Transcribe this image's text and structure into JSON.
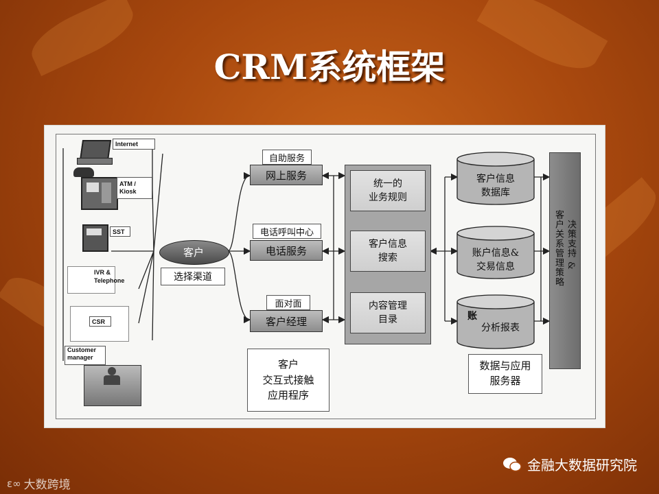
{
  "slide": {
    "title": "CRM系统框架"
  },
  "channels": {
    "internet": "Internet",
    "atm_line1": "ATM /",
    "atm_line2": "Kiosk",
    "sst": "SST",
    "ivr_line1": "IVR &",
    "ivr_line2": "Telephone",
    "csr": "CSR",
    "manager_line1": "Customer",
    "manager_line2": "manager"
  },
  "customer": {
    "node": "客户",
    "select_channel": "选择渠道"
  },
  "interaction": {
    "self_service": "自助服务",
    "online_service": "网上服务",
    "call_center": "电话呼叫中心",
    "phone_service": "电话服务",
    "face_to_face": "面对面",
    "customer_manager": "客户经理",
    "app_line1": "客户",
    "app_line2": "交互式接触",
    "app_line3": "应用程序"
  },
  "middle": {
    "rules_line1": "统一的",
    "rules_line2": "业务规则",
    "search_line1": "客户信息",
    "search_line2": "搜索",
    "content_line1": "内容管理",
    "content_line2": "目录"
  },
  "databases": {
    "cust_db_line1": "客户信息",
    "cust_db_line2": "数据库",
    "acct_line1": "账户信息&",
    "acct_line2": "交易信息",
    "report_prefix": "账",
    "report_line": "分析报表",
    "server_line1": "数据与应用",
    "server_line2": "服务器"
  },
  "strategy": {
    "line1": "决策支持 &",
    "line2": "客户关系管理策略"
  },
  "footer": {
    "brand": "金融大数据研究院",
    "logo": "大数跨境"
  },
  "colors": {
    "background": "#a8480e",
    "title": "#ffffff",
    "box_dark": "#9a9a9a"
  }
}
